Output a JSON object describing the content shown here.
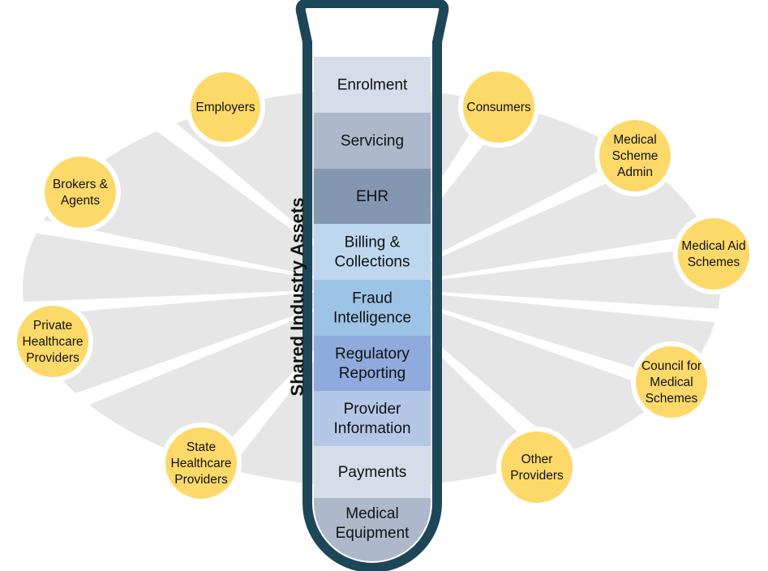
{
  "title": "Shared Industry Assets",
  "colors": {
    "tube_outline": "#1e4659",
    "wedge": "#e6e6e6",
    "node_fill": "#fdd96a",
    "node_border": "#ffffff"
  },
  "tube_segments": [
    {
      "lines": [
        "Enrolment"
      ],
      "color": "#d7dde8"
    },
    {
      "lines": [
        "Servicing"
      ],
      "color": "#adb9cb"
    },
    {
      "lines": [
        "EHR"
      ],
      "color": "#8497b0"
    },
    {
      "lines": [
        "Billing &",
        "Collections"
      ],
      "color": "#bdd7ee"
    },
    {
      "lines": [
        "Fraud",
        "Intelligence"
      ],
      "color": "#9dc3e6"
    },
    {
      "lines": [
        "Regulatory",
        "Reporting"
      ],
      "color": "#8faadc"
    },
    {
      "lines": [
        "Provider",
        "Information"
      ],
      "color": "#b4c7e7"
    },
    {
      "lines": [
        "Payments"
      ],
      "color": "#d7dde8"
    },
    {
      "lines": [
        "Medical",
        "Equipment"
      ],
      "color": "#adb9cb"
    }
  ],
  "stakeholders": [
    {
      "id": "employers",
      "lines": [
        "Employers"
      ]
    },
    {
      "id": "brokers-agents",
      "lines": [
        "Brokers &",
        "Agents"
      ]
    },
    {
      "id": "private-healthcare-providers",
      "lines": [
        "Private",
        "Healthcare",
        "Providers"
      ]
    },
    {
      "id": "state-healthcare-providers",
      "lines": [
        "State",
        "Healthcare",
        "Providers"
      ]
    },
    {
      "id": "consumers",
      "lines": [
        "Consumers"
      ]
    },
    {
      "id": "medical-scheme-admin",
      "lines": [
        "Medical",
        "Scheme",
        "Admin"
      ]
    },
    {
      "id": "medical-aid-schemes",
      "lines": [
        "Medical Aid",
        "Schemes"
      ]
    },
    {
      "id": "council-for-medical-schemes",
      "lines": [
        "Council for",
        "Medical",
        "Schemes"
      ]
    },
    {
      "id": "other-providers",
      "lines": [
        "Other",
        "Providers"
      ]
    }
  ]
}
